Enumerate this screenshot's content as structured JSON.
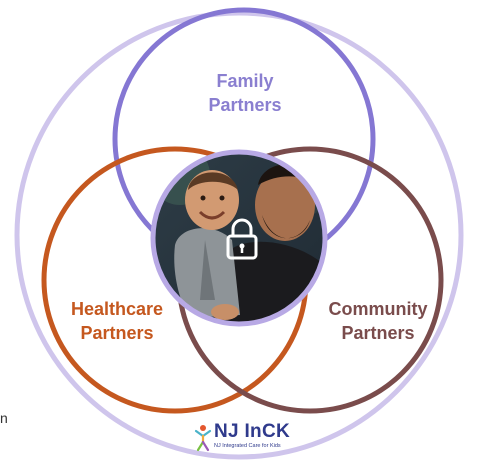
{
  "colors": {
    "outer_ring": "#cfc5ec",
    "family": "#8577d3",
    "healthcare": "#c5581f",
    "community": "#7a4c4c",
    "center_ring": "#b8a9e5",
    "label_family": "#8a7fd0",
    "label_healthcare": "#c5581f",
    "label_community": "#7a4c4c",
    "logo_text": "#2f3a8c"
  },
  "family": {
    "line1": "Family",
    "line2": "Partners"
  },
  "healthcare": {
    "line1": "Healthcare",
    "line2": "Partners"
  },
  "community": {
    "line1": "Community",
    "line2": "Partners"
  },
  "center": {
    "image": "photo of parent holding smiling child",
    "icon": "lock-icon"
  },
  "logo": {
    "name": "NJ InCK",
    "tagline": "NJ Integrated Care for Kids",
    "icon": "person-figure-icon"
  },
  "edge_glyph": "n"
}
